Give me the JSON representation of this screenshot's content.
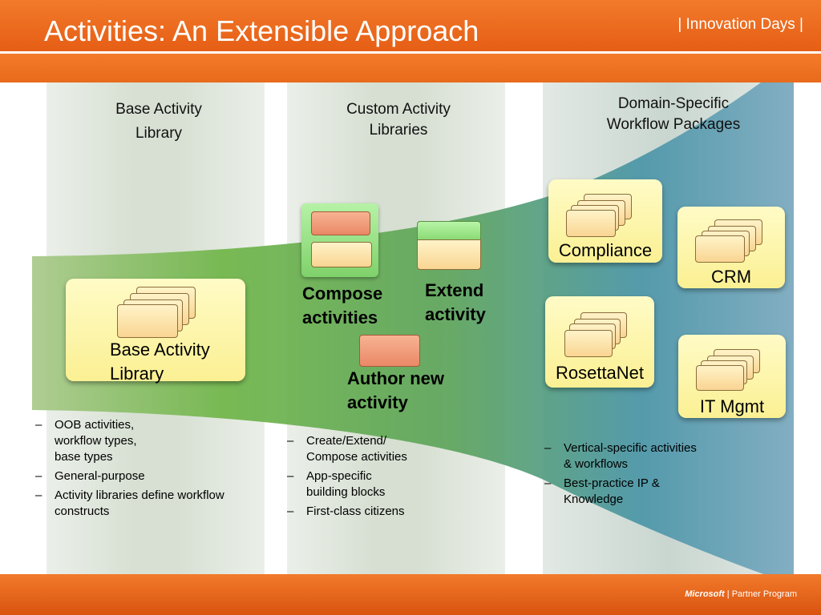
{
  "header": {
    "title": "Activities: An Extensible Approach",
    "brand": "Innovation Days"
  },
  "footer": {
    "company": "Microsoft",
    "program": "Partner Program"
  },
  "columns": {
    "base": {
      "heading_line1": "Base Activity",
      "heading_line2": "Library",
      "card_line1": "Base Activity",
      "card_line2": "Library",
      "bullets": [
        "OOB activities, workflow types, base types",
        "General-purpose",
        "Activity libraries define workflow constructs"
      ]
    },
    "custom": {
      "heading_line1": "Custom Activity",
      "heading_line2": "Libraries",
      "compose_line1": "Compose",
      "compose_line2": "activities",
      "extend_line1": "Extend",
      "extend_line2": "activity",
      "author_line1": "Author new",
      "author_line2": "activity",
      "bullets": [
        "Create/Extend/ Compose activities",
        "App-specific building blocks",
        "First-class citizens"
      ]
    },
    "domain": {
      "heading_line1": "Domain-Specific",
      "heading_line2": "Workflow Packages",
      "packages": [
        "Compliance",
        "CRM",
        "RosettaNet",
        "IT Mgmt"
      ],
      "bullets": [
        "Vertical-specific activities & workflows",
        "Best-practice IP & Knowledge"
      ]
    }
  },
  "colors": {
    "header_orange": "#e8661a",
    "band_green": "#6fb548",
    "band_blue": "#4f90b0",
    "card_yellow": "#fbf093"
  }
}
